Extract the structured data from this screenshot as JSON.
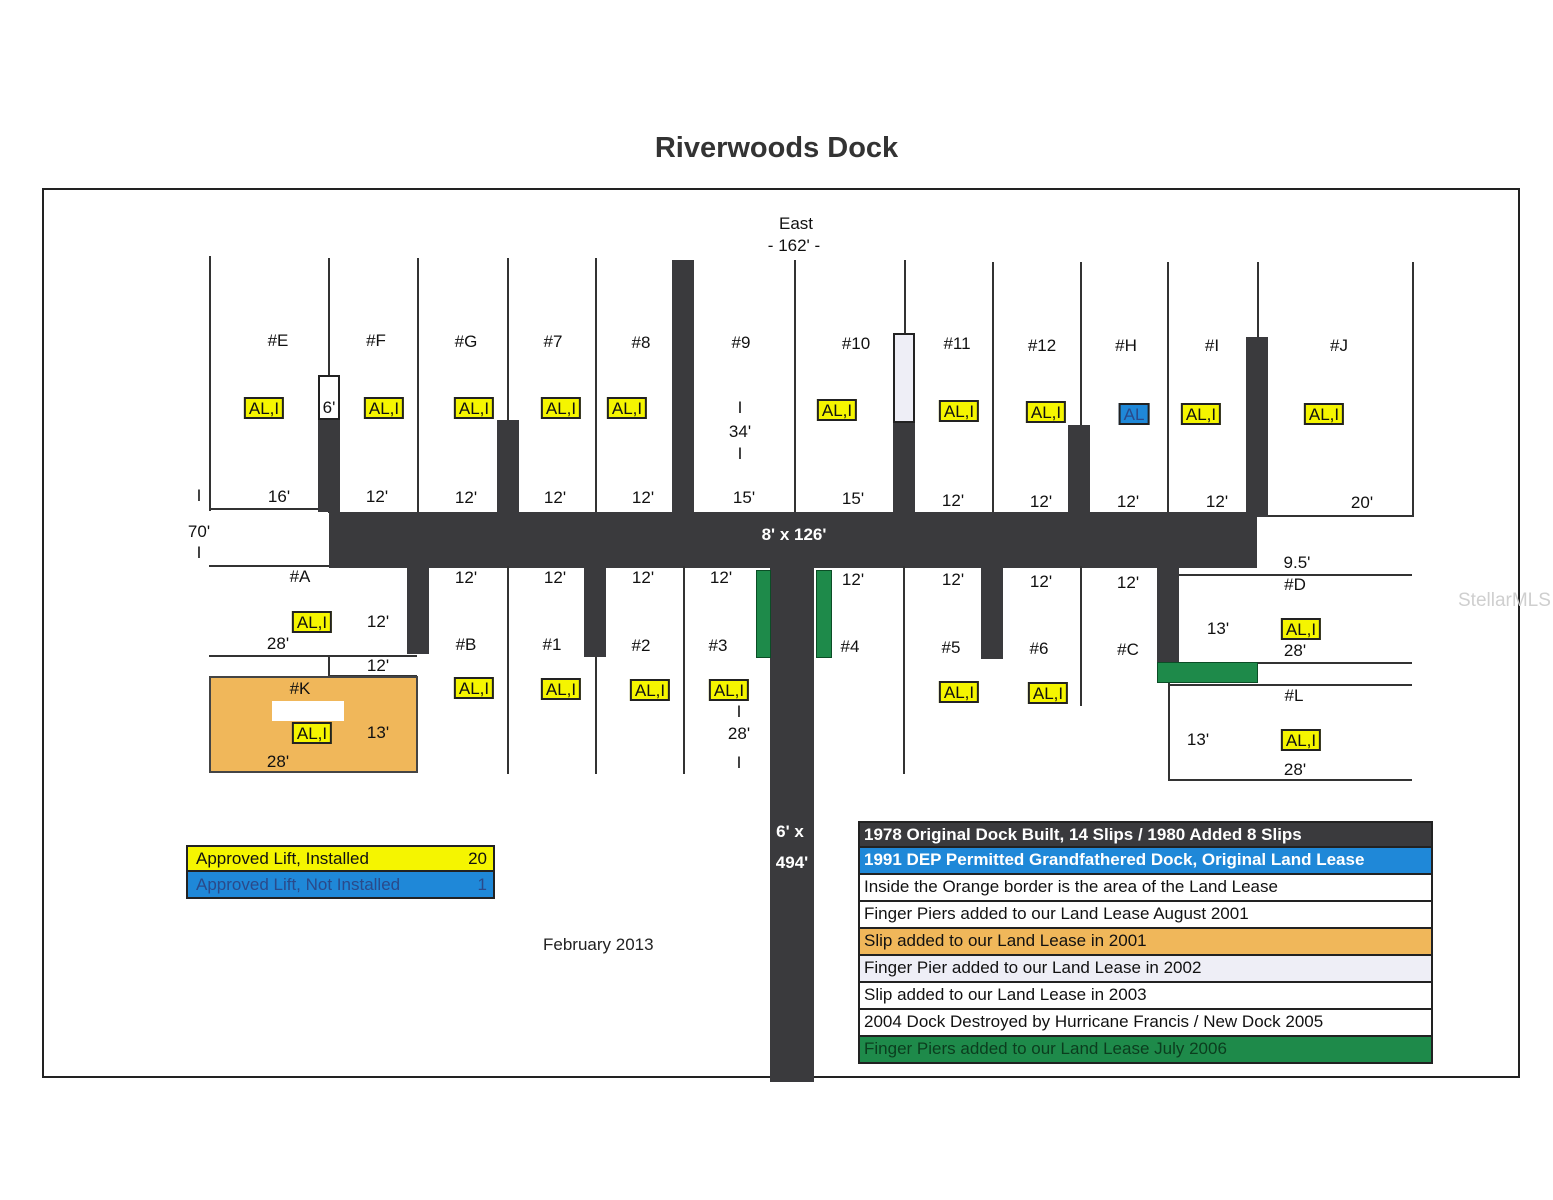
{
  "title": "Riverwoods Dock",
  "direction": "East",
  "overall_width": "- 162' -",
  "main_pier_label": "8' x 126'",
  "walkway_label_width": "6' x",
  "walkway_label_length": "494'",
  "left_depth": "70'",
  "slips_top": [
    {
      "id": "#E",
      "lift": "AL,I",
      "width": "16'"
    },
    {
      "id": "#F",
      "lift": "AL,I",
      "width": "12'"
    },
    {
      "id": "#G",
      "lift": "AL,I",
      "width": "12'"
    },
    {
      "id": "#7",
      "lift": "AL,I",
      "width": "12'"
    },
    {
      "id": "#8",
      "lift": "AL,I",
      "width": "12'"
    },
    {
      "id": "#9",
      "lift": "",
      "width": "15'"
    },
    {
      "id": "#10",
      "lift": "AL,I",
      "width": "15'"
    },
    {
      "id": "#11",
      "lift": "AL,I",
      "width": "12'"
    },
    {
      "id": "#12",
      "lift": "AL,I",
      "width": "12'"
    },
    {
      "id": "#H",
      "lift": "AL",
      "width": "12'"
    },
    {
      "id": "#I",
      "lift": "AL,I",
      "width": "12'"
    },
    {
      "id": "#J",
      "lift": "AL,I",
      "width": "20'"
    }
  ],
  "slip9_length": "34'",
  "finger_top_label": "6'",
  "slips_bottom": [
    {
      "id": "#B",
      "lift": "AL,I",
      "width": "12'"
    },
    {
      "id": "#1",
      "lift": "AL,I",
      "width": "12'"
    },
    {
      "id": "#2",
      "lift": "AL,I",
      "width": "12'"
    },
    {
      "id": "#3",
      "lift": "AL,I",
      "width": "12'"
    },
    {
      "id": "#4",
      "lift": "",
      "width": "12'"
    },
    {
      "id": "#5",
      "lift": "AL,I",
      "width": "12'"
    },
    {
      "id": "#6",
      "lift": "AL,I",
      "width": "12'"
    },
    {
      "id": "#C",
      "lift": "",
      "width": "12'"
    }
  ],
  "slip3_length": "28'",
  "side_slips": {
    "a": {
      "id": "#A",
      "lift": "AL,I",
      "width": "12'",
      "length": "28'"
    },
    "a_gap": "12'",
    "k": {
      "id": "#K",
      "lift": "AL,I",
      "width": "13'",
      "length": "28'"
    },
    "d": {
      "id": "#D",
      "lift": "AL,I",
      "width": "13'",
      "length": "28'",
      "gap": "9.5'"
    },
    "l": {
      "id": "#L",
      "lift": "AL,I",
      "width": "13'",
      "length": "28'"
    }
  },
  "lift_legend": [
    {
      "label": "Approved Lift, Installed",
      "count": "20",
      "color": "#f5f500"
    },
    {
      "label": "Approved Lift, Not Installed",
      "count": "1",
      "color": "#1f88d8"
    }
  ],
  "date": "February 2013",
  "history_key": [
    {
      "text": "1978 Original Dock Built, 14 Slips / 1980 Added 8 Slips",
      "bg": "#3a3a3d",
      "fg": "#ffffff"
    },
    {
      "text": "1991 DEP Permitted Grandfathered Dock, Original Land Lease",
      "bg": "#1f88d8",
      "fg": "#ffffff"
    },
    {
      "text": "Inside the Orange border is the area of the Land Lease",
      "bg": "#ffffff",
      "fg": "#111111"
    },
    {
      "text": "Finger Piers added to our Land Lease August 2001",
      "bg": "#ffffff",
      "fg": "#111111"
    },
    {
      "text": "Slip added to our Land Lease in 2001",
      "bg": "#f0b75a",
      "fg": "#111111"
    },
    {
      "text": "Finger Pier added to our Land Lease in 2002",
      "bg": "#eeeef6",
      "fg": "#111111"
    },
    {
      "text": "Slip added to our Land Lease in 2003",
      "bg": "#ffffff",
      "fg": "#111111"
    },
    {
      "text": "2004 Dock Destroyed by Hurricane Francis / New Dock 2005",
      "bg": "#ffffff",
      "fg": "#111111"
    },
    {
      "text": "Finger Piers added to our Land Lease July 2006",
      "bg": "#1e8a4a",
      "fg": "#0b3d1e"
    }
  ],
  "watermark": "StellarMLS"
}
